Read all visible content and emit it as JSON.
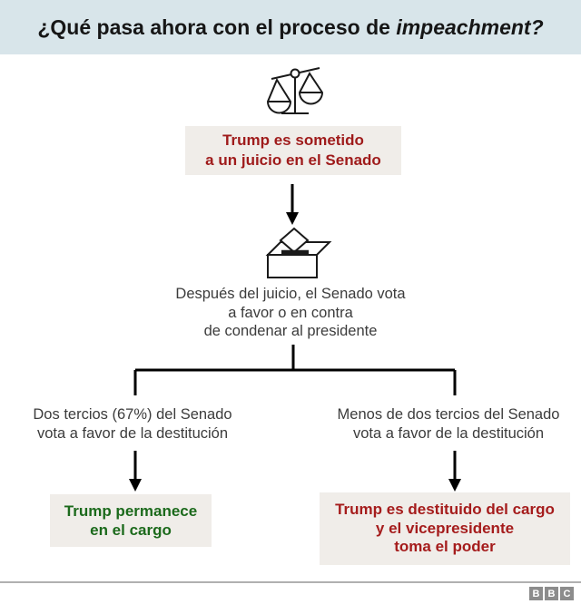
{
  "header": {
    "title_regular": "¿Qué pasa ahora con el proceso de ",
    "title_italic": "impeachment?"
  },
  "flow": {
    "step1": {
      "icon": "scales-of-justice-icon",
      "box_text": "Trump es sometido\na un juicio en el Senado"
    },
    "step2": {
      "icon": "ballot-box-icon",
      "caption": "Después del juicio, el Senado vota\na favor o en contra\nde condenar al presidente"
    },
    "branch_left": {
      "condition": "Dos tercios (67%) del Senado\nvota a favor de la destitución",
      "outcome": "Trump permanece\nen el cargo",
      "outcome_color": "#1c6a1c"
    },
    "branch_right": {
      "condition": "Menos de dos tercios del Senado\nvota a favor de la destitución",
      "outcome": "Trump es destituido del cargo\ny el vicepresidente\ntoma el poder",
      "outcome_color": "#a51c1c"
    }
  },
  "footer": {
    "logo_letters": [
      "B",
      "B",
      "C"
    ]
  },
  "colors": {
    "header_background": "#d8e5ea",
    "box_background": "#f0ede9",
    "red_text": "#9f1b1b",
    "green_text": "#1c6a1c",
    "body_text": "#3c3c3c",
    "separator_gray": "#b0b0b0",
    "bbc_gray": "#8c8c8c"
  }
}
